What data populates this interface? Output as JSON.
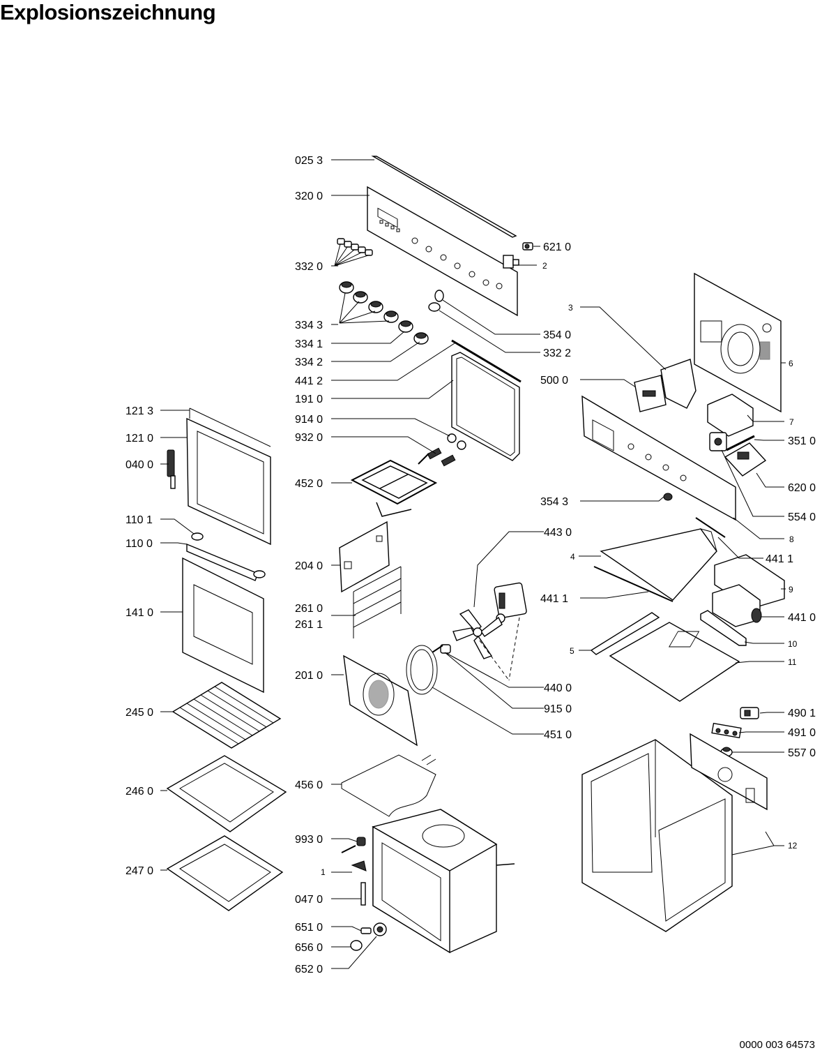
{
  "title": "Explosionszeichnung",
  "document_number": "0000 003 64573",
  "labels": {
    "l0253": "025 3",
    "l3200": "320 0",
    "l6210": "621 0",
    "l2": "2",
    "l3320": "332 0",
    "l3343": "334 3",
    "l3341": "334 1",
    "l3342": "334 2",
    "l3540": "354 0",
    "l3322": "332 2",
    "l4412": "441 2",
    "l1910": "191 0",
    "l9140": "914 0",
    "l9320": "932 0",
    "l4520": "452 0",
    "l3": "3",
    "l6": "6",
    "l5000": "500 0",
    "l7": "7",
    "l3510": "351 0",
    "l6200": "620 0",
    "l3543": "354 3",
    "l5540": "554 0",
    "l8": "8",
    "l4411a": "441 1",
    "l4": "4",
    "l4411b": "441 1",
    "l9": "9",
    "l4410": "441 0",
    "l10": "10",
    "l5": "5",
    "l11": "11",
    "l1213": "121 3",
    "l1210": "121 0",
    "l0400": "040 0",
    "l1101": "110 1",
    "l1100": "110 0",
    "l1410": "141 0",
    "l2040": "204 0",
    "l2610": "261 0",
    "l2611": "261 1",
    "l4430": "443 0",
    "l2010": "201 0",
    "l4400": "440 0",
    "l9150": "915 0",
    "l4510": "451 0",
    "l2450": "245 0",
    "l4901": "490 1",
    "l4910": "491 0",
    "l5570": "557 0",
    "l2460": "246 0",
    "l4560": "456 0",
    "l12": "12",
    "l9930": "993 0",
    "l1": "1",
    "l2470": "247 0",
    "l0470": "047 0",
    "l6510": "651 0",
    "l6560": "656 0",
    "l6520": "652 0"
  }
}
